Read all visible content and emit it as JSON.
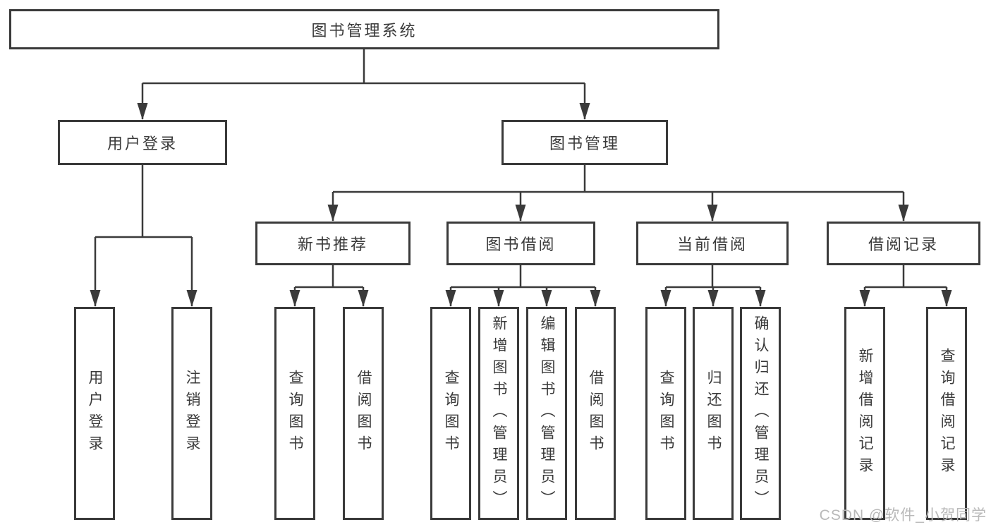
{
  "tree": {
    "root": "图书管理系统",
    "branches": [
      {
        "label": "用户登录",
        "children": [
          "用户登录",
          "注销登录"
        ]
      },
      {
        "label": "图书管理",
        "groups": [
          {
            "label": "新书推荐",
            "children": [
              "查询图书",
              "借阅图书"
            ]
          },
          {
            "label": "图书借阅",
            "children": [
              "查询图书",
              "新增图书（管理员）",
              "编辑图书（管理员）",
              "借阅图书"
            ]
          },
          {
            "label": "当前借阅",
            "children": [
              "查询图书",
              "归还图书",
              "确认归还（管理员）"
            ]
          },
          {
            "label": "借阅记录",
            "children": [
              "新增借阅记录",
              "查询借阅记录"
            ]
          }
        ]
      }
    ]
  },
  "watermark": "CSDN @软件_小贺同学",
  "colors": {
    "line": "#3a3a3a",
    "text": "#3a3a3a",
    "watermark": "#b9b9b9",
    "background": "#ffffff"
  }
}
